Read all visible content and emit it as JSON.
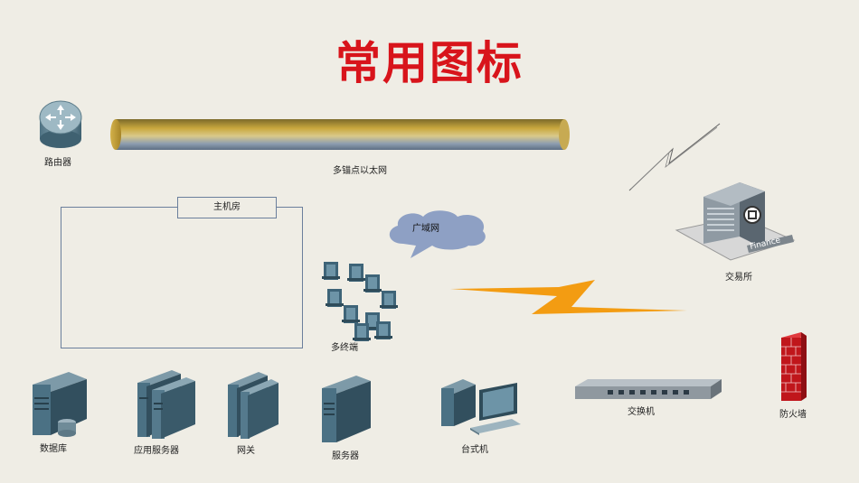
{
  "title": "常用图标",
  "labels": {
    "router": "路由器",
    "ethernet": "多锚点以太网",
    "host_room": "主机房",
    "wan": "广域网",
    "exchange": "交易所",
    "finance_sign": "Finance",
    "terminals": "多终端",
    "database": "数据库",
    "app_server": "应用服务器",
    "gateway": "网关",
    "server": "服务器",
    "desktop": "台式机",
    "switch": "交换机",
    "firewall": "防火墙"
  },
  "colors": {
    "background": "#efede5",
    "title": "#d8141b",
    "lightning_orange": "#f39c12",
    "cloud": "#8ea0c4",
    "firewall_red": "#c0161b",
    "server_body": "#3e6478"
  },
  "icons": [
    "router-icon",
    "ethernet-bus-icon",
    "lightning-outline-icon",
    "building-icon",
    "cloud-icon",
    "terminals-icon",
    "lightning-icon",
    "database-icon",
    "app-server-icon",
    "gateway-icon",
    "server-icon",
    "desktop-icon",
    "switch-icon",
    "firewall-icon"
  ]
}
